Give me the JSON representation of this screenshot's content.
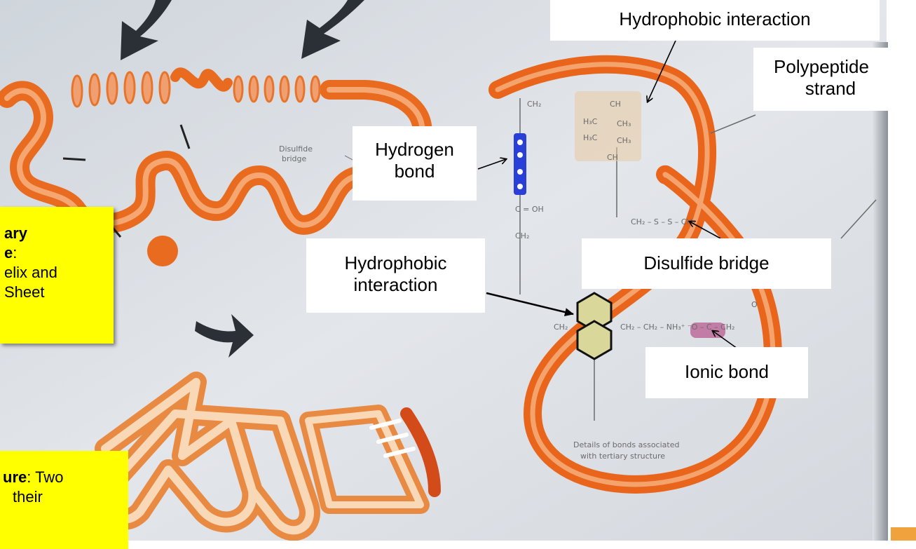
{
  "labels": {
    "hydrophobic_top": "Hydrophobic interaction",
    "polypeptide_line1": "Polypeptide",
    "polypeptide_line2": "strand",
    "hydrogen_line1": "Hydrogen",
    "hydrogen_line2": "bond",
    "hydrophobic_mid_line1": "Hydrophobic",
    "hydrophobic_mid_line2": "interaction",
    "disulfide": "Disulfide bridge",
    "ionic": "Ionic bond"
  },
  "secondary_box": {
    "line1": "ary",
    "line2_bold": "e",
    "line2_rest": ":",
    "line3": "elix and",
    "line4": "Sheet"
  },
  "quaternary_box": {
    "bold": "ure",
    "rest": ": Two",
    "line2": "their"
  },
  "figure_text": {
    "disulfide_small_1": "Disulfide",
    "disulfide_small_2": "bridge",
    "caption_1": "Details of bonds associated",
    "caption_2": "with tertiary structure",
    "ch2_a": "CH₂",
    "c_oh": "C = OH",
    "ch2_b": "CH₂",
    "ch_top": "CH",
    "h3c_1": "H₃C",
    "ch3_1": "CH₃",
    "h3c_2": "H₃C",
    "ch3_2": "CH₃",
    "ch_bot": "CH",
    "disulfide_chain": "CH₂ – S – S – CH₂",
    "ch2_left": "CH₂",
    "ionic_chain": "CH₂ – CH₂  – NH₃⁺ ⁻O – C – CH₂",
    "o_top": "O"
  },
  "colors": {
    "strand_orange": "#ee6a1c",
    "strand_light": "#f6b489",
    "label_yellow": "#ffff00",
    "panel_bg": "#dadee4",
    "hbond_blue": "#2a3fd8",
    "ionic_magenta": "#b03a7c",
    "ring_fill": "#d9d89a"
  }
}
